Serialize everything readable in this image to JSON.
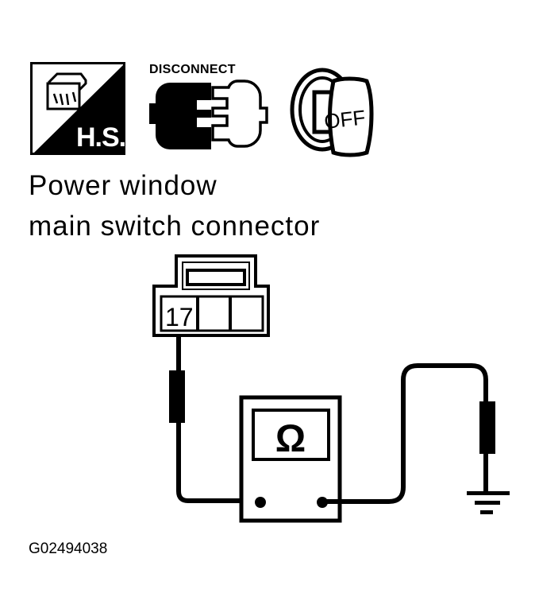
{
  "icons": {
    "harness_switch": {
      "label": "H.S.",
      "icon": "harness-switch-icon"
    },
    "disconnect": {
      "label": "DISCONNECT",
      "icon": "disconnect-connector-icon"
    },
    "ignition": {
      "label": "OFF",
      "icon": "ignition-key-off-icon"
    }
  },
  "title": {
    "line1": "Power window",
    "line2": "main switch connector"
  },
  "connector": {
    "terminal": "17"
  },
  "meter": {
    "symbol": "Ω",
    "icon": "ohmmeter-icon"
  },
  "ground": {
    "icon": "ground-icon"
  },
  "figure_id": "G02494038",
  "colors": {
    "ink": "#000000",
    "paper": "#ffffff"
  }
}
